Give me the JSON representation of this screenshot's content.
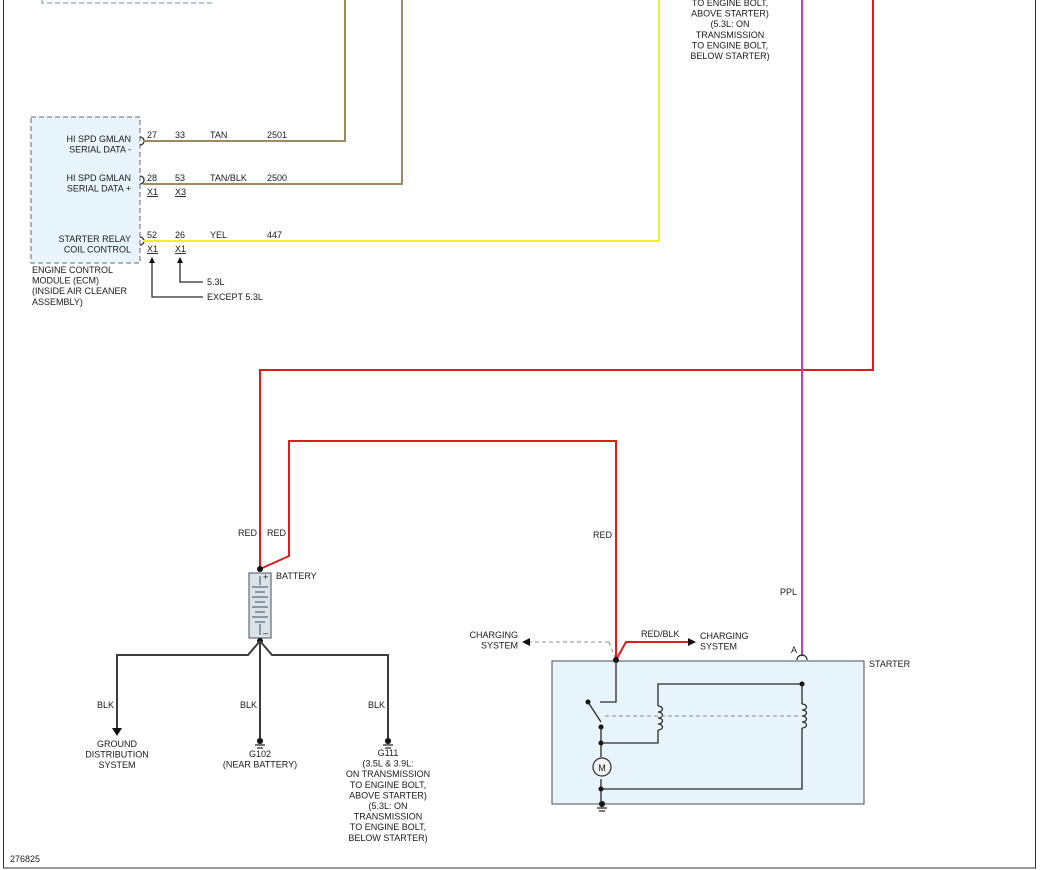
{
  "diagram_id": "276825",
  "ecm": {
    "pin_hi_neg_label": "HI SPD GMLAN\nSERIAL DATA -",
    "pin_hi_pos_label": "HI SPD GMLAN\nSERIAL DATA +",
    "pin_starter_label": "STARTER RELAY\nCOIL CONTROL",
    "caption": "ENGINE CONTROL\nMODULE (ECM)\n(INSIDE AIR CLEANER\nASSEMBLY)",
    "conn_a": "X1",
    "conn_b": "X3",
    "conn_c": "X1",
    "conn_d": "X1",
    "variant_53": "5.3L",
    "variant_except": "EXCEPT 5.3L"
  },
  "circuits": [
    {
      "pin_a": "27",
      "pin_b": "33",
      "color": "TAN",
      "circuit": "2501"
    },
    {
      "pin_a": "28",
      "pin_b": "53",
      "color": "TAN/BLK",
      "circuit": "2500"
    },
    {
      "pin_a": "52",
      "pin_b": "26",
      "color": "YEL",
      "circuit": "447"
    }
  ],
  "top_right_note": "TO ENGINE BOLT,\nABOVE STARTER)\n(5.3L: ON\nTRANSMISSION\nTO ENGINE BOLT,\nBELOW STARTER)",
  "battery": {
    "label": "BATTERY",
    "plus": "+",
    "minus": "–",
    "wire_red_1": "RED",
    "wire_red_2": "RED"
  },
  "ground_wires": {
    "blk_1": "BLK",
    "blk_2": "BLK",
    "blk_3": "BLK"
  },
  "grounds": {
    "distribution": "GROUND\nDISTRIBUTION\nSYSTEM",
    "g102": "G102\n(NEAR BATTERY)",
    "g111": "G111\n(3.5L & 3.9L:\nON TRANSMISSION\nTO ENGINE BOLT,\nABOVE STARTER)\n(5.3L: ON\nTRANSMISSION\nTO ENGINE BOLT,\nBELOW STARTER)"
  },
  "starter": {
    "label": "STARTER",
    "wire_red": "RED",
    "wire_ppl": "PPL",
    "terminal": "A",
    "motor": "M",
    "wire_redblk": "RED/BLK",
    "charging_left": "CHARGING\nSYSTEM",
    "charging_right": "CHARGING\nSYSTEM"
  },
  "colors": {
    "tan": "#a08a64",
    "yellow": "#f4ec33",
    "red": "#dd1c1c",
    "purple": "#c238c8",
    "black": "#3c3c3c",
    "module_fill": "#e8f4fb"
  }
}
